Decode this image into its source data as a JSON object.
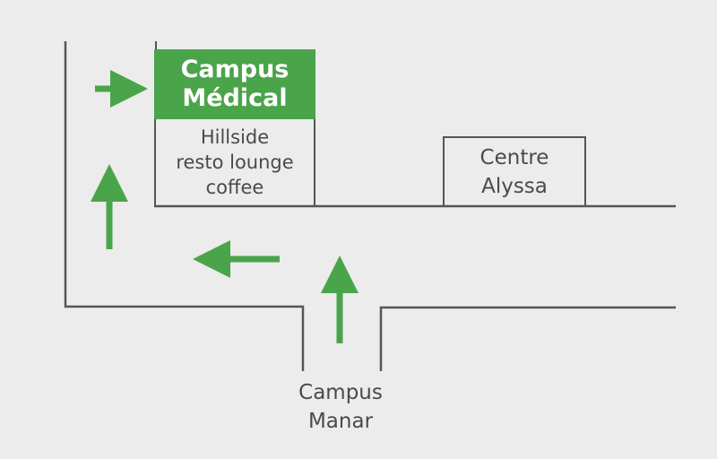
{
  "map": {
    "buildings": {
      "medical": {
        "title_line1": "Campus",
        "title_line2": "Médical",
        "color": "#4aa44a"
      },
      "hillside": {
        "line1": "Hillside",
        "line2": "resto lounge",
        "line3": "coffee"
      },
      "alyssa": {
        "line1": "Centre",
        "line2": "Alyssa"
      }
    },
    "start": {
      "line1": "Campus",
      "line2": "Manar"
    },
    "route_color": "#4aa44a",
    "road_color": "#555555"
  }
}
